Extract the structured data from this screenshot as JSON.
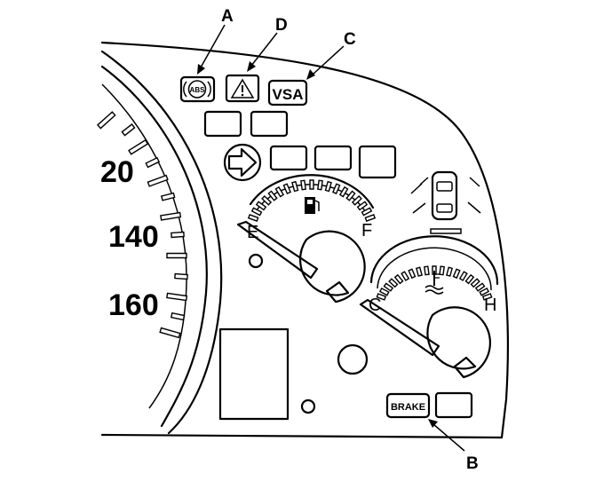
{
  "callouts": {
    "a": "A",
    "b": "B",
    "c": "C",
    "d": "D"
  },
  "speedometer": {
    "labels": [
      "20",
      "140",
      "160"
    ]
  },
  "indicators": {
    "abs": "ABS",
    "vsa": "VSA",
    "brake": "BRAKE"
  },
  "fuel_gauge": {
    "empty_label": "E",
    "full_label": "F"
  },
  "temp_gauge": {
    "cold_label": "C",
    "hot_label": "H"
  },
  "colors": {
    "ink": "#000000",
    "background": "#ffffff"
  }
}
